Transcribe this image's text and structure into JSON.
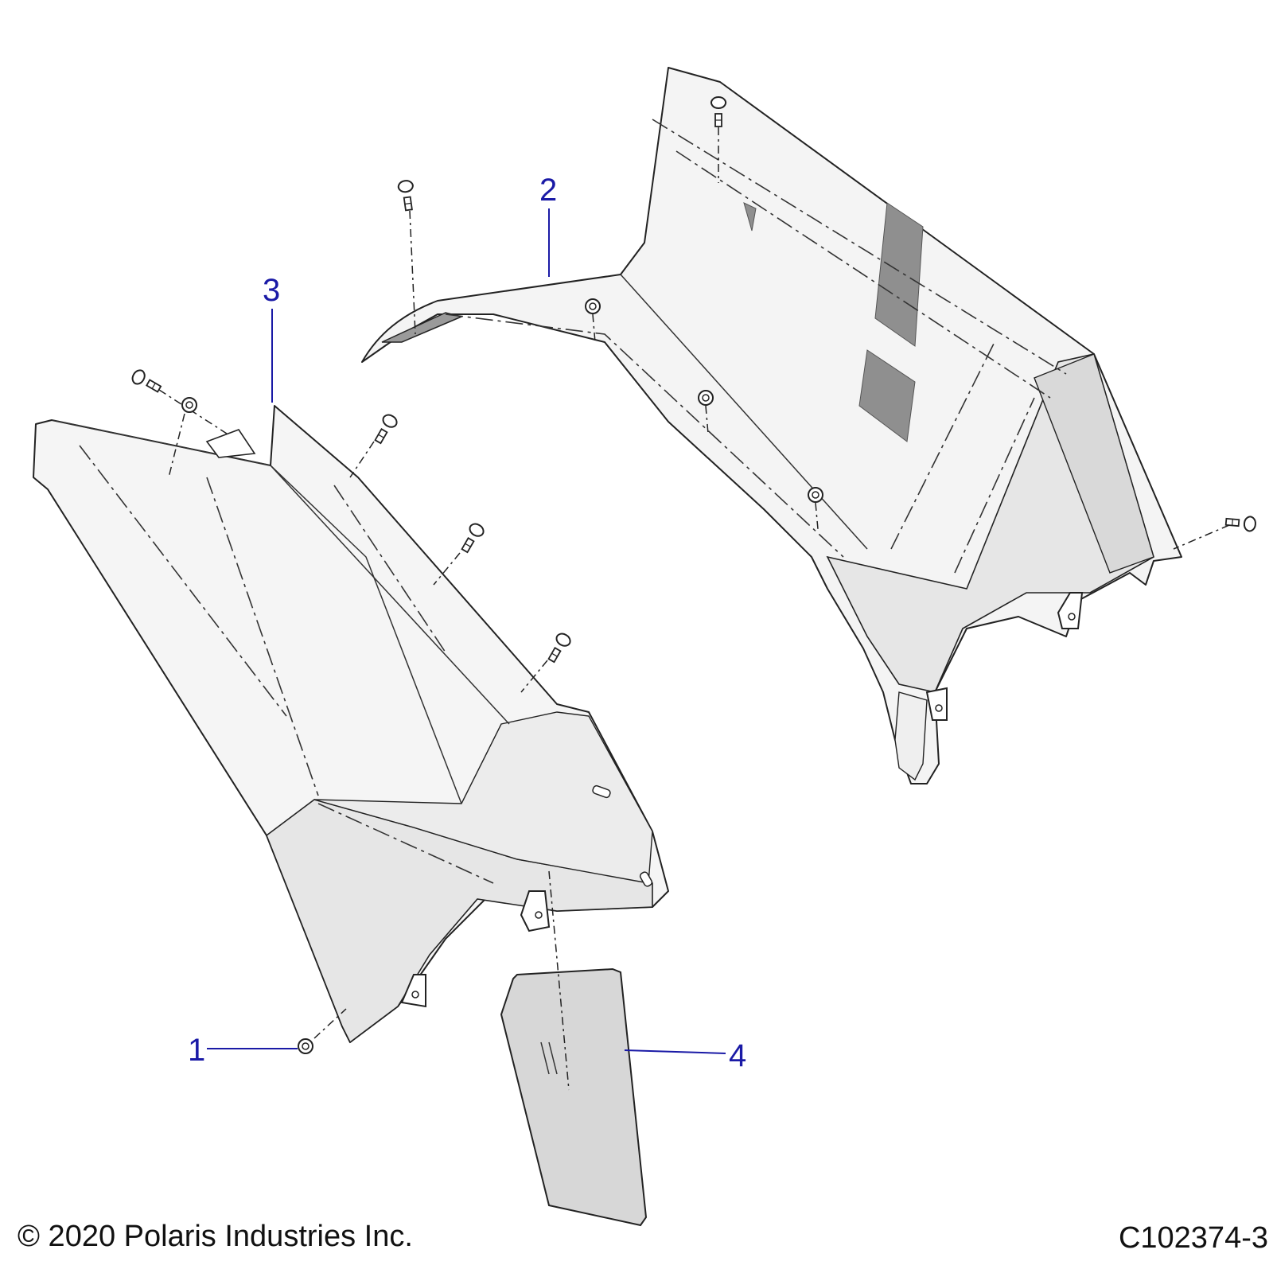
{
  "diagram": {
    "callouts": [
      {
        "id": "1",
        "label": "1"
      },
      {
        "id": "2",
        "label": "2"
      },
      {
        "id": "3",
        "label": "3"
      },
      {
        "id": "4",
        "label": "4"
      }
    ],
    "callout_color": "#1a1aa6",
    "part_fill_light": "#f2f2f2",
    "part_fill_shade": "#e2e2e2",
    "decal_fill": "#d7d7d7",
    "recess_fill": "#8f8f8f"
  },
  "footer": {
    "copyright": "© 2020 Polaris Industries Inc.",
    "drawing_number": "C102374-3"
  }
}
